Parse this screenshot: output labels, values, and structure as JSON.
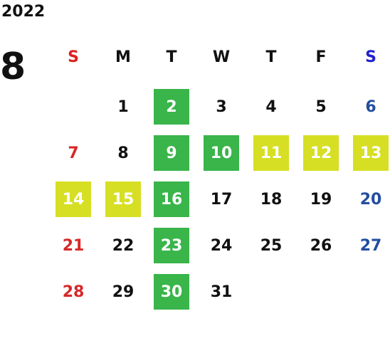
{
  "header": {
    "year": "2022",
    "month": "8"
  },
  "colors": {
    "green": "#39b54a",
    "yellow": "#d6df23",
    "sunday_text": "#d62828",
    "saturday_text": "#234ea0",
    "weekday_sun": "#e02020",
    "weekday_sat": "#2020d0"
  },
  "weekdays": [
    "S",
    "M",
    "T",
    "W",
    "T",
    "F",
    "S"
  ],
  "weeks": [
    [
      {
        "d": ""
      },
      {
        "d": "1"
      },
      {
        "d": "2",
        "hl": "green"
      },
      {
        "d": "3"
      },
      {
        "d": "4"
      },
      {
        "d": "5"
      },
      {
        "d": "6"
      }
    ],
    [
      {
        "d": "7"
      },
      {
        "d": "8"
      },
      {
        "d": "9",
        "hl": "green"
      },
      {
        "d": "10",
        "hl": "green"
      },
      {
        "d": "11",
        "hl": "yellow"
      },
      {
        "d": "12",
        "hl": "yellow"
      },
      {
        "d": "13",
        "hl": "yellow"
      }
    ],
    [
      {
        "d": "14",
        "hl": "yellow"
      },
      {
        "d": "15",
        "hl": "yellow"
      },
      {
        "d": "16",
        "hl": "green"
      },
      {
        "d": "17"
      },
      {
        "d": "18"
      },
      {
        "d": "19"
      },
      {
        "d": "20"
      }
    ],
    [
      {
        "d": "21"
      },
      {
        "d": "22"
      },
      {
        "d": "23",
        "hl": "green"
      },
      {
        "d": "24"
      },
      {
        "d": "25"
      },
      {
        "d": "26"
      },
      {
        "d": "27"
      }
    ],
    [
      {
        "d": "28"
      },
      {
        "d": "29"
      },
      {
        "d": "30",
        "hl": "green"
      },
      {
        "d": "31"
      },
      {
        "d": ""
      },
      {
        "d": ""
      },
      {
        "d": ""
      }
    ]
  ]
}
